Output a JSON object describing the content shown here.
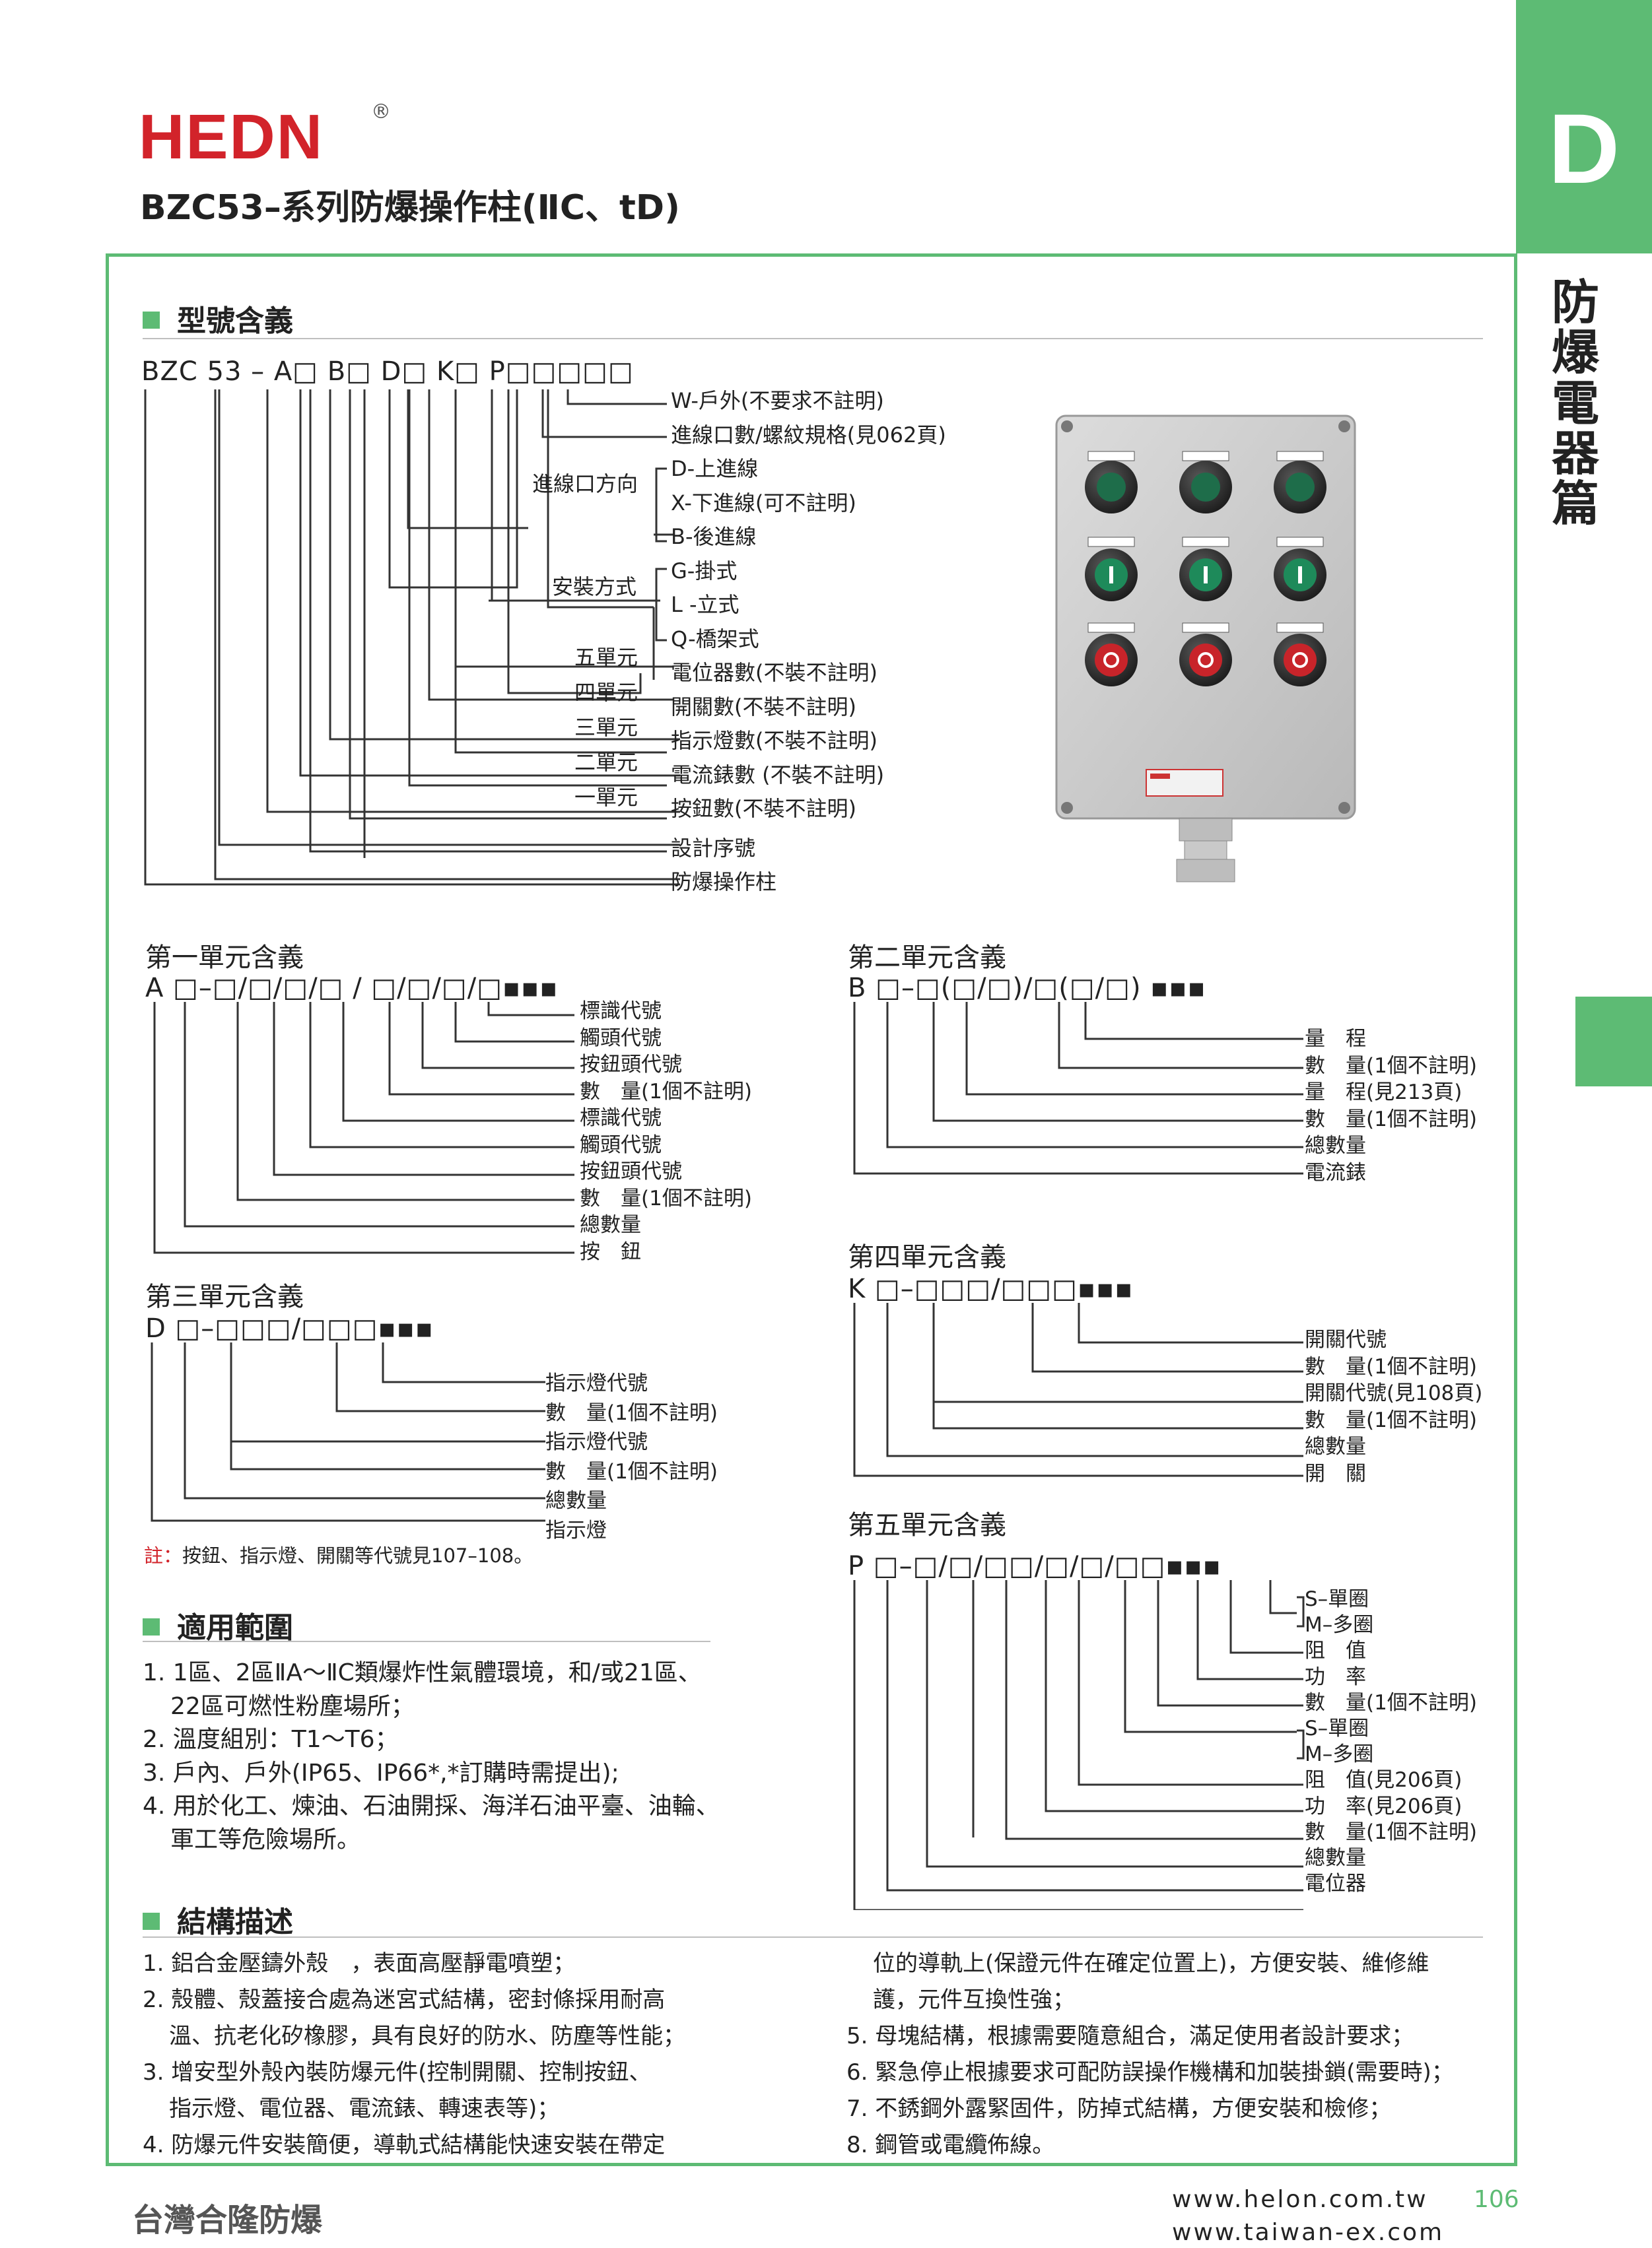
{
  "header": {
    "logo": "HEDN",
    "reg": "®",
    "title": "BZC53–系列防爆操作柱(ⅡC、tD)"
  },
  "side": {
    "letter": "D",
    "vertical": "防爆電器篇"
  },
  "model": {
    "heading": "型號含義",
    "code": "BZC 53 – A□ B□ D□ K□ P□□□□□",
    "labels": [
      "W-戶外(不要求不註明)",
      "進線口數/螺紋規格(見062頁)",
      "D-上進線",
      "X-下進線(可不註明)",
      "B-後進線",
      "G-掛式",
      "L -立式",
      "Q-橋架式",
      "電位器數(不裝不註明)",
      "開關數(不裝不註明)",
      "指示燈數(不裝不註明)",
      "電流錶數 (不裝不註明)",
      "按鈕數(不裝不註明)",
      "設計序號",
      "防爆操作柱"
    ],
    "direction": "進線口方向",
    "mount": "安裝方式",
    "units": [
      "五單元",
      "四單元",
      "三單元",
      "二單元",
      "一單元"
    ]
  },
  "unit1": {
    "title": "第一單元含義",
    "code": "A □–□/□/□/□ / □/□/□/□▪▪▪",
    "labels": [
      "標識代號",
      "觸頭代號",
      "按鈕頭代號",
      "數　量(1個不註明)",
      "標識代號",
      "觸頭代號",
      "按鈕頭代號",
      "數　量(1個不註明)",
      "總數量",
      "按　鈕"
    ]
  },
  "unit2": {
    "title": "第二單元含義",
    "code": "B □–□(□/□)/□(□/□) ▪▪▪",
    "labels": [
      "量　程",
      "數　量(1個不註明)",
      "量　程(見213頁)",
      "數　量(1個不註明)",
      "總數量",
      "電流錶"
    ]
  },
  "unit3": {
    "title": "第三單元含義",
    "code": "D □–□□□/□□□▪▪▪",
    "labels": [
      "指示燈代號",
      "數　量(1個不註明)",
      "指示燈代號",
      "數　量(1個不註明)",
      "總數量",
      "指示燈"
    ]
  },
  "unit4": {
    "title": "第四單元含義",
    "code": "K □–□□□/□□□▪▪▪",
    "labels": [
      "開關代號",
      "數　量(1個不註明)",
      "開關代號(見108頁)",
      "數　量(1個不註明)",
      "總數量",
      "開　關"
    ]
  },
  "unit5": {
    "title": "第五單元含義",
    "code": "P □–□/□/□□/□/□/□□▪▪▪",
    "labels": [
      "S–單圈",
      "M–多圈",
      "阻　值",
      "功　率",
      "數　量(1個不註明)",
      "S–單圈",
      "M–多圈",
      "阻　值(見206頁)",
      "功　率(見206頁)",
      "數　量(1個不註明)",
      "總數量",
      "電位器"
    ]
  },
  "note": {
    "key": "註：",
    "text": "按鈕、指示燈、開關等代號見107–108。"
  },
  "scope": {
    "heading": "適用範圍",
    "items": [
      "1. 1區、2區ⅡA～ⅡC類爆炸性氣體環境，和/或21區、",
      "22區可燃性粉塵場所；",
      "2. 溫度組別：T1～T6；",
      "3. 戶內、戶外(IP65、IP66*,*訂購時需提出);",
      "4. 用於化工、煉油、石油開採、海洋石油平臺、油輪、",
      "軍工等危險場所。"
    ]
  },
  "structure": {
    "heading": "結構描述",
    "left": [
      "1. 鋁合金壓鑄外殼　，表面高壓靜電噴塑；",
      "2. 殼體、殼蓋接合處為迷宮式結構，密封條採用耐高",
      "溫、抗老化矽橡膠，具有良好的防水、防塵等性能；",
      "3. 增安型外殼內裝防爆元件(控制開關、控制按鈕、",
      "指示燈、電位器、電流錶、轉速表等)；",
      "4. 防爆元件安裝簡便，導軌式結構能快速安裝在帶定"
    ],
    "right": [
      "位的導軌上(保證元件在確定位置上)，方便安裝、維修維",
      "護，元件互換性強；",
      "5. 母塊結構，根據需要隨意組合，滿足使用者設計要求；",
      "6. 緊急停止根據要求可配防誤操作機構和加裝掛鎖(需要時)；",
      "7. 不銹鋼外露緊固件，防掉式結構，方便安裝和檢修；",
      "8. 鋼管或電纜佈線。"
    ]
  },
  "footer": {
    "company": "台灣合隆防爆",
    "url1": "www.helon.com.tw",
    "url2": "www.taiwan-ex.com",
    "page": "106"
  }
}
